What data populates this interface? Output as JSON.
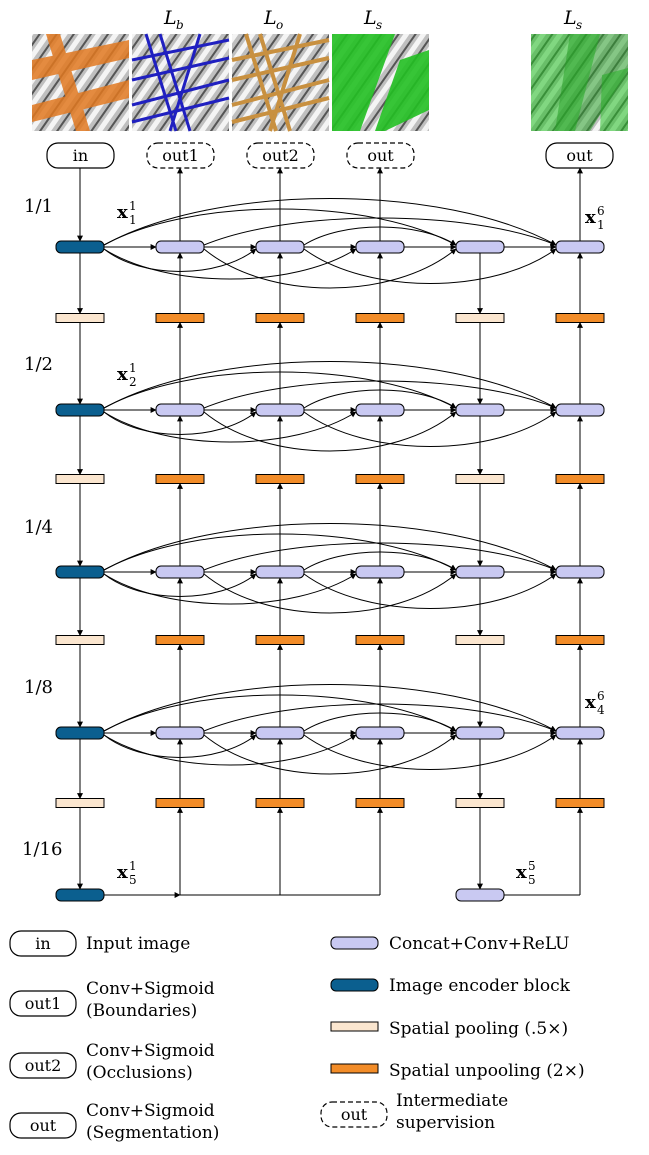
{
  "top_losses": [
    {
      "main": "L",
      "sub": "b"
    },
    {
      "main": "L",
      "sub": "o"
    },
    {
      "main": "L",
      "sub": "s"
    },
    {
      "main": "L",
      "sub": "s"
    }
  ],
  "io_nodes": {
    "input": "in",
    "out_boundaries": "out1",
    "out_occlusions": "out2",
    "out_segmentation_intermediate": "out",
    "out_segmentation_final": "out"
  },
  "scales": [
    "1/1",
    "1/2",
    "1/4",
    "1/8",
    "1/16"
  ],
  "feature_labels": {
    "x11": {
      "base": "x",
      "sub": "1",
      "sup": "1"
    },
    "x16": {
      "base": "x",
      "sub": "1",
      "sup": "6"
    },
    "x21": {
      "base": "x",
      "sub": "2",
      "sup": "1"
    },
    "x46": {
      "base": "x",
      "sub": "4",
      "sup": "6"
    },
    "x51": {
      "base": "x",
      "sub": "5",
      "sup": "1"
    },
    "x55": {
      "base": "x",
      "sub": "5",
      "sup": "5"
    }
  },
  "colors": {
    "concat_block": "#c9c9f2",
    "encoder_block": "#0b5f8f",
    "pooling": "#fbe6cf",
    "unpooling": "#f28c28",
    "image_orange": "#e07820",
    "image_blue": "#2020c0",
    "image_tan": "#c89040",
    "image_green": "#22c022"
  },
  "legend_left": [
    {
      "node": "in",
      "text": [
        "Input image"
      ],
      "dashed": false
    },
    {
      "node": "out1",
      "text": [
        "Conv+Sigmoid",
        "(Boundaries)"
      ],
      "dashed": false
    },
    {
      "node": "out2",
      "text": [
        "Conv+Sigmoid",
        "(Occlusions)"
      ],
      "dashed": false
    },
    {
      "node": "out",
      "text": [
        "Conv+Sigmoid",
        "(Segmentation)"
      ],
      "dashed": false
    }
  ],
  "legend_right": [
    {
      "kind": "concat",
      "text": [
        "Concat+Conv+ReLU"
      ]
    },
    {
      "kind": "encoder",
      "text": [
        "Image encoder block"
      ]
    },
    {
      "kind": "pooling",
      "text": [
        "Spatial pooling (.5×)"
      ]
    },
    {
      "kind": "unpooling",
      "text": [
        "Spatial unpooling (2×)"
      ]
    },
    {
      "kind": "intermediate",
      "node": "out",
      "text": [
        "Intermediate",
        "supervision"
      ]
    }
  ]
}
